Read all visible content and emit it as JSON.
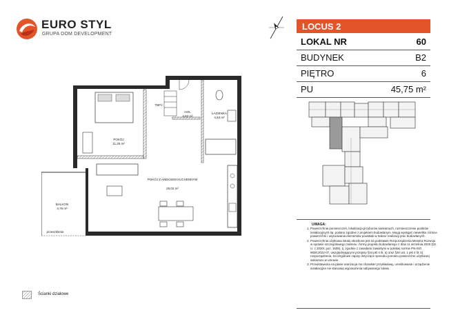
{
  "logo": {
    "name": "EURO STYL",
    "subtitle": "GRUPA DOM DEVELOPMENT"
  },
  "info": {
    "project": "LOCUS 2",
    "rows": [
      {
        "label": "LOKAL NR",
        "value": "60"
      },
      {
        "label": "BUDYNEK",
        "value": "B2"
      },
      {
        "label": "PIĘTRO",
        "value": "6"
      },
      {
        "label": "PU",
        "value": "45,75 m²"
      }
    ]
  },
  "rooms": {
    "pokoj": {
      "name": "POKÓJ",
      "area": "11,26 m²"
    },
    "hol": {
      "name": "HOL",
      "area": "4,83 m²"
    },
    "lazienka": {
      "name": "ŁAZIENKA",
      "area": "4,64 m²"
    },
    "pokoj_aneks": {
      "name": "POKÓJ Z ANEKSEM KUCHENNYM",
      "area": "25,02 m²"
    },
    "balkon": {
      "name": "BALKON",
      "area": "4,76 m²"
    },
    "szafa": "TBPJ",
    "przeszklenie": "przeszklenie"
  },
  "notes": {
    "title": "UWAGA:",
    "items": [
      "Powierzchnia pomieszczeń, lokalizacja przyborów sanitarnych, rozmieszczenie punktów instalacyjnych itp. podano zgodnie z projektem budowlanym. Mogą wystąpić niewielkie różnice powierzchni i usytuowania elementów powstałe w trakcie realizacji prac budowlanych.",
      "Powierzchnia użytkowa lokalu określona jest na podstawie Rozporządzenia Ministra Rozwoju w sprawie szczegółowego zakresu i formy projektu budowlanego z dnia 11 września 2020 (Dz. U. z 2020r. poz. 1609), tj. zgodnie z zasadami zawartymi w polskiej normie PN-ISO 9836:2022-07, uwzględniającymi przepisy §34 pkt 4 lit. a) oraz §20 ust. 1 pkt 4 lit. b) rozporządzenia. Szczegółowe zapisy dotyczące sposobu pomiaru powierzchni użytkowej wskazano w umowie.",
      "Przedstawiona na planie aranżacja ma charakter przykładowy, umeblowanie i urządzenie instalacyjne nie stanowią wyposażenia nabywanego lokalu"
    ]
  },
  "legend": {
    "label": "Ścianki działowe"
  },
  "colors": {
    "accent": "#e2552b",
    "wall": "#2a2a2a",
    "highlight": "#9a9a9a"
  }
}
